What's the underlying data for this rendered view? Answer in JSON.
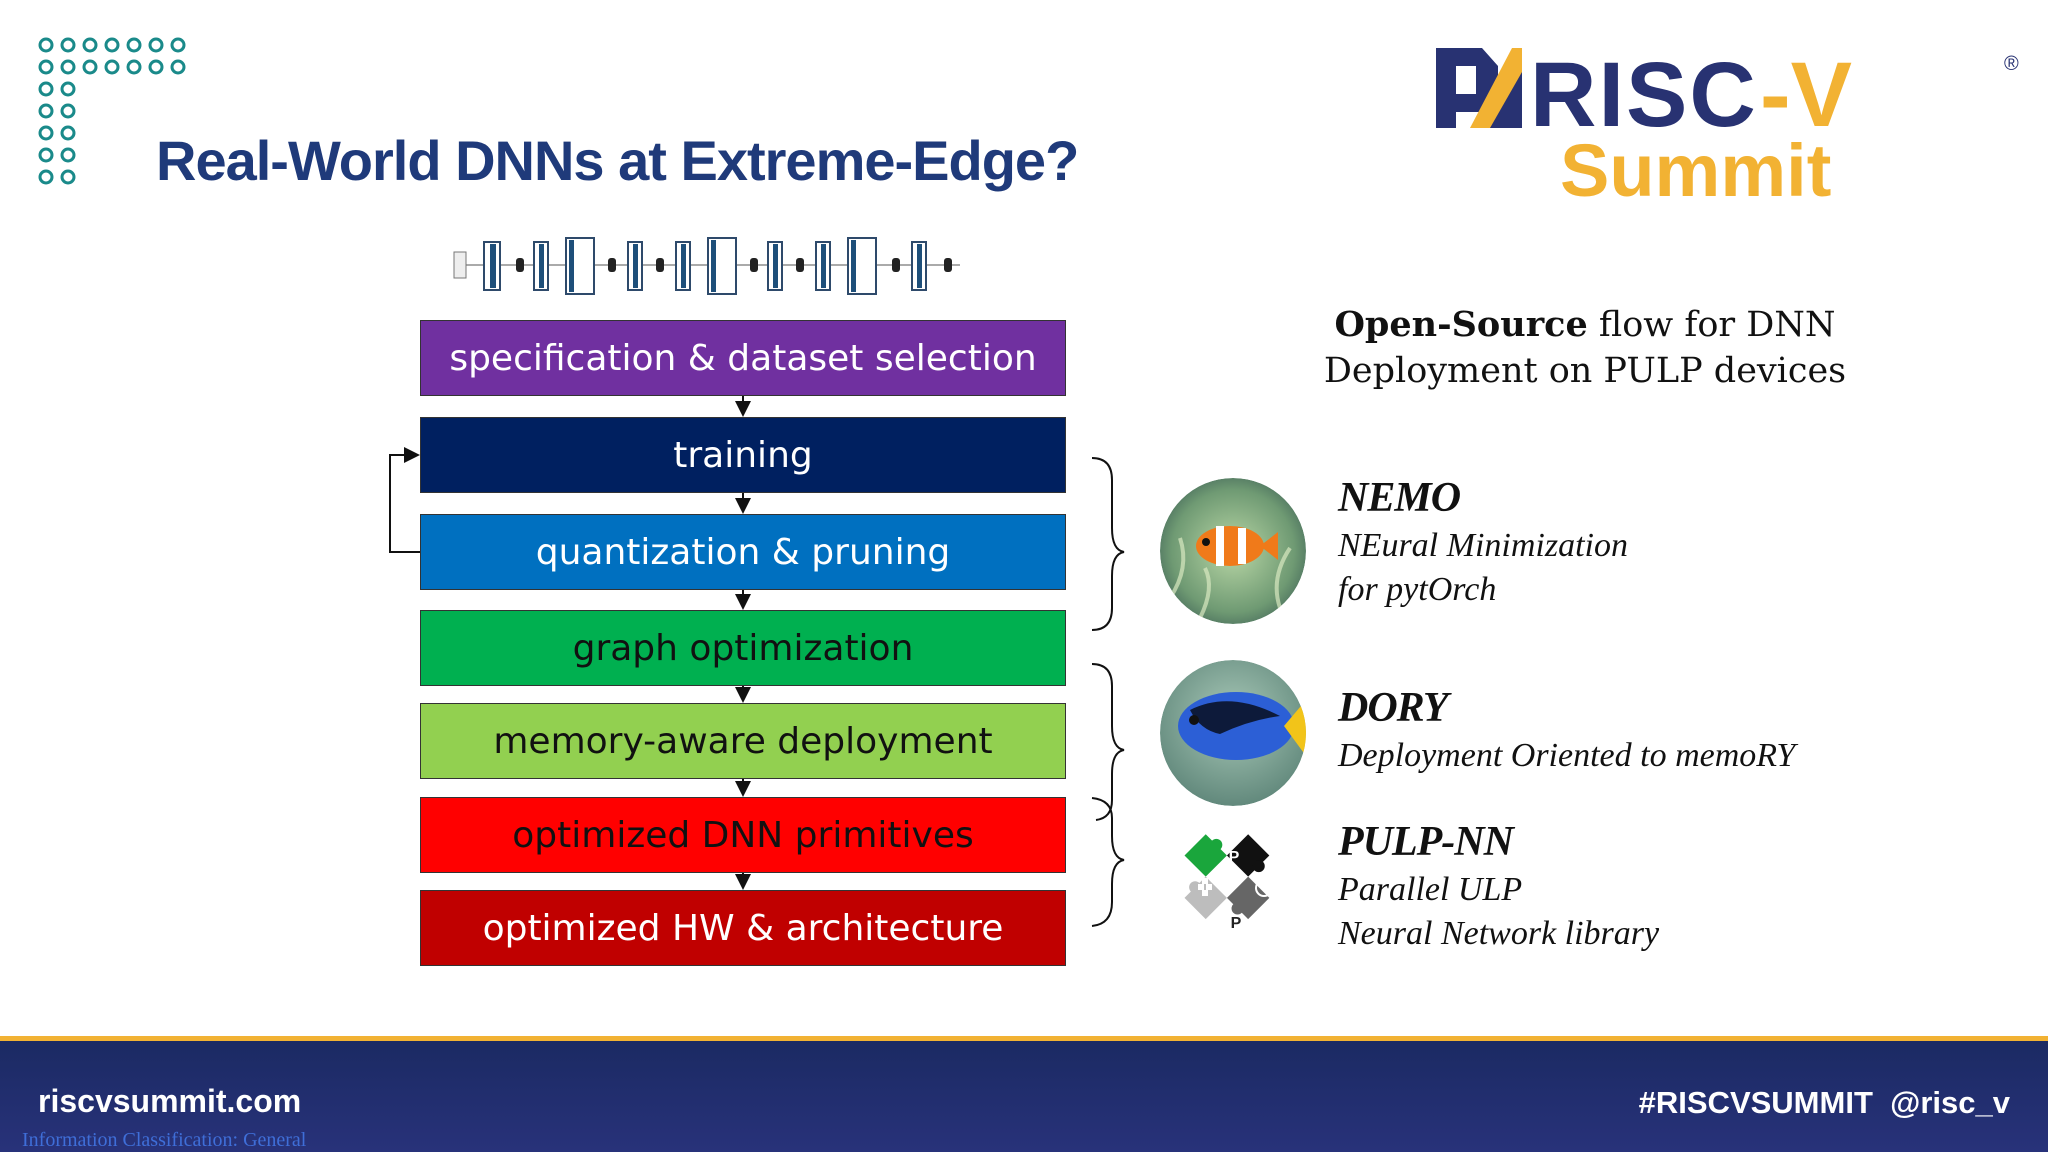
{
  "slide": {
    "title": "Real-World DNNs at Extreme-Edge?"
  },
  "logo": {
    "line1": "RISC-V",
    "line2": "Summit",
    "registered": "®"
  },
  "pipeline": {
    "stages": [
      {
        "label": "specification & dataset selection",
        "color": "#7030a0"
      },
      {
        "label": "training",
        "color": "#002060"
      },
      {
        "label": "quantization & pruning",
        "color": "#0070c0"
      },
      {
        "label": "graph optimization",
        "color": "#00b050"
      },
      {
        "label": "memory-aware deployment",
        "color": "#92d050"
      },
      {
        "label": "optimized DNN primitives",
        "color": "#ff0000"
      },
      {
        "label": "optimized HW & architecture",
        "color": "#c00000"
      }
    ]
  },
  "flow_caption": {
    "bold_part": "Open-Source",
    "rest_line1": " flow for DNN",
    "line2": "Deployment on PULP devices"
  },
  "tools": [
    {
      "name": "NEMO",
      "desc_line1": "NEural Minimization",
      "desc_line2": "for pytOrch",
      "image": "clownfish-photo"
    },
    {
      "name": "DORY",
      "desc_line1": "Deployment Oriented to memoRY",
      "desc_line2": "",
      "image": "blue-tang-fish-photo"
    },
    {
      "name": "PULP-NN",
      "desc_line1": "Parallel ULP",
      "desc_line2": "Neural Network library",
      "image": "pulp-puzzle-logo"
    }
  ],
  "footer": {
    "website": "riscvsummit.com",
    "classification": "Information Classification: General",
    "hashtag": "#RISCVSUMMIT",
    "handle": "@risc_v",
    "accent_color": "#f2b233"
  }
}
